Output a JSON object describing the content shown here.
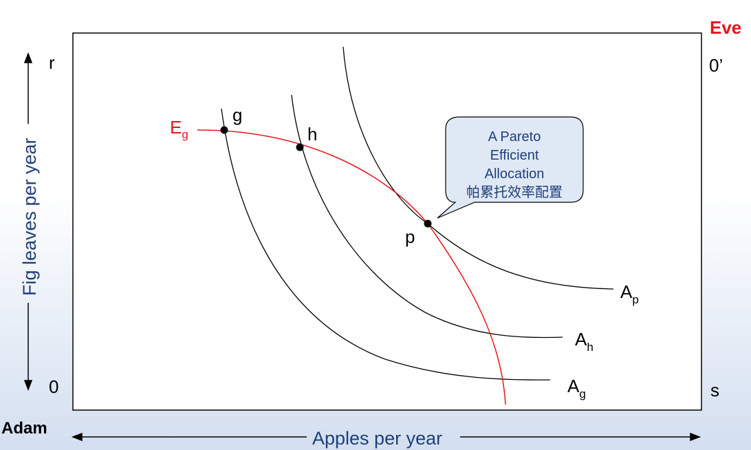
{
  "labels": {
    "eve": "Eve",
    "adam": "Adam",
    "r": "r",
    "zero": "0",
    "zero_prime": "0’",
    "s": "s",
    "y_axis": "Fig leaves per year",
    "x_axis": "Apples per year",
    "point_g": "g",
    "point_h": "h",
    "point_p": "p",
    "contract_curve_main": "E",
    "contract_curve_sub": "g",
    "curve_ap_main": "A",
    "curve_ap_sub": "p",
    "curve_ah_main": "A",
    "curve_ah_sub": "h",
    "curve_ag_main": "A",
    "curve_ag_sub": "g"
  },
  "callout": {
    "line1": "A Pareto",
    "line2": "Efficient",
    "line3": "Allocation",
    "line4": "帕累托效率配置"
  },
  "colors": {
    "eve": "#e8141c",
    "contract_curve": "#e8141c",
    "axis_label": "#1f3f7a",
    "callout_fill": "#dfe8f5",
    "callout_text": "#1f3f7a"
  }
}
